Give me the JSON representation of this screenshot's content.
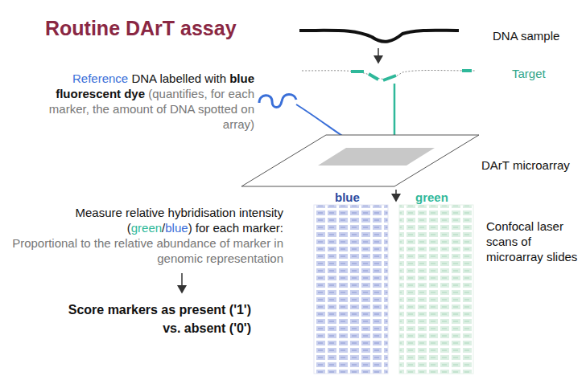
{
  "diagram": {
    "title": "Routine DArT assay",
    "labels": [
      "DNA sample",
      "Target",
      "Reference",
      "DNA labelled with",
      "blue fluorescent dye",
      "(quantifies, for each marker, the amount of DNA spotted on array)",
      "DArT microarray",
      "Measure relative hybridisation intensity (",
      "green",
      "/",
      "blue",
      ") for each marker:",
      "Proportional to the relative abundance of marker in genomic representation",
      "Score markers as present ('1') vs. absent ('0')",
      "blue",
      "green",
      "Confocal laser scans of microarray slides"
    ]
  }
}
